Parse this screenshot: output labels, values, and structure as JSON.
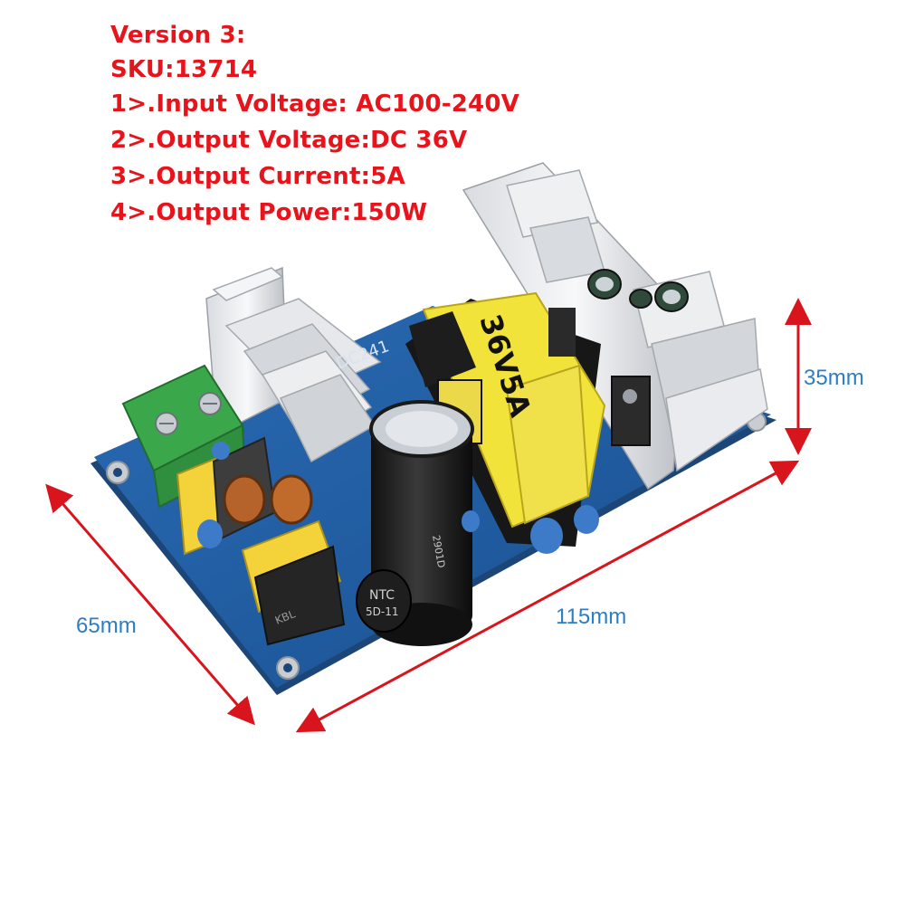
{
  "specs": {
    "version": "Version 3:",
    "sku": "SKU:13714",
    "input_voltage": "1>.Input Voltage: AC100-240V",
    "output_voltage": "2>.Output Voltage:DC 36V",
    "output_current": "3>.Output Current:5A",
    "output_power": "4>.Output Power:150W"
  },
  "dimensions": {
    "height": "35mm",
    "width": "65mm",
    "length": "115mm"
  },
  "board": {
    "transformer_label": "36V5A",
    "pcb_silkscreen": "DC241",
    "ntc_label": "NTC",
    "ntc_value": "5D-11",
    "capacitor_marking": "2901D",
    "bridge_label": "KBL"
  },
  "colors": {
    "spec_text": "#e8141c",
    "dimension_text": "#2c7ec4",
    "dimension_arrows": "#d8141c",
    "pcb": "#1f5aa0",
    "transformer_core": "#f2e33a"
  }
}
